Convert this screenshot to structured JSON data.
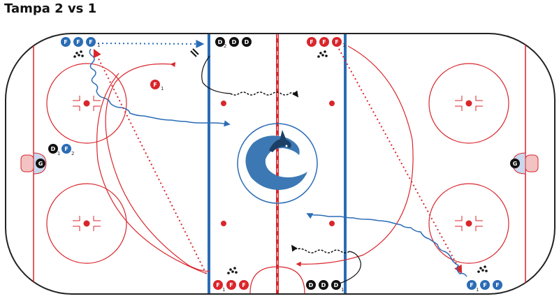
{
  "title": "Tampa 2 vs 1",
  "colors": {
    "red": "#d9262c",
    "blue": "#2b6cb5",
    "black": "#111111",
    "board": "#222222",
    "logo_blue": "#3c78b4"
  },
  "markers": {
    "forward": "F",
    "defense": "D",
    "goalie": "G",
    "sub_1": "1",
    "sub_2": "2"
  },
  "icons": {
    "pucks": "puck-pile-icon",
    "logo": "orca-logo-icon"
  }
}
